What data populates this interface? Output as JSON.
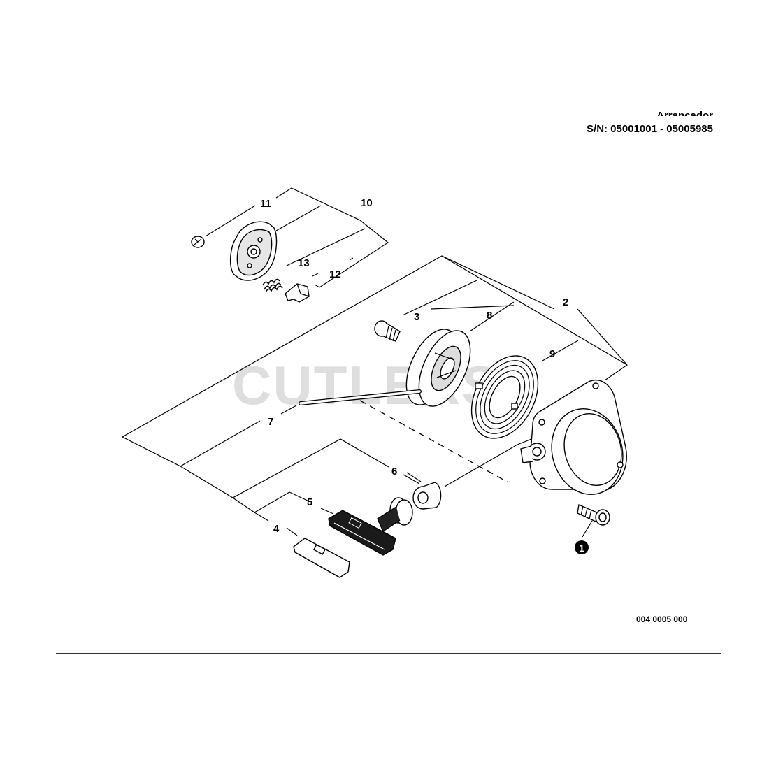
{
  "header": {
    "title": "Arrancador",
    "serial": "S/N: 05001001 - 05005985"
  },
  "watermark": "CUTLERS",
  "reference_code": "004 0005 000",
  "callouts": {
    "p1": "1",
    "p2": "2",
    "p3": "3",
    "p4": "4",
    "p5": "5",
    "p6": "6",
    "p7": "7",
    "p8": "8",
    "p9": "9",
    "p10": "10",
    "p11": "11",
    "p12": "12",
    "p13": "13"
  },
  "colors": {
    "line": "#000000",
    "part_fill": "#ffffff",
    "part_shade": "#bdbdbd",
    "handle": "#1a1a1a",
    "watermark": "#d9d9d9"
  }
}
